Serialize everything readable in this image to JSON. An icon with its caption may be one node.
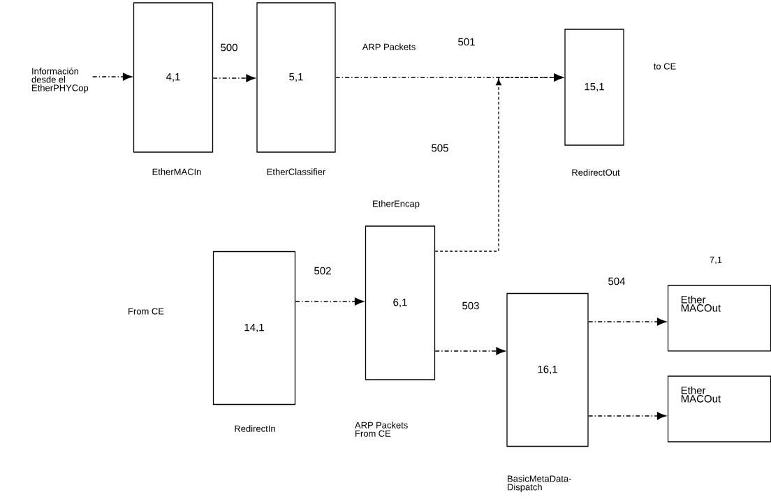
{
  "diagram": {
    "nodes": [
      {
        "text": [
          "Información desde el EtherPHYCop"
        ]
      },
      {
        "text": [
          "4,1"
        ],
        "beside": [
          "EtherMACIn"
        ]
      },
      {
        "text": [
          "5,1"
        ],
        "beside": [
          "EtherClassifier"
        ]
      },
      {
        "text": [
          "15,1"
        ],
        "beside": [
          "RedirectOut"
        ]
      },
      {
        "text": [
          "14,1"
        ],
        "beside": [
          "RedirectIn"
        ]
      },
      {
        "text": [
          "6,1"
        ],
        "beside": [
          "EtherEncap"
        ]
      },
      {
        "text": [
          "16,1"
        ],
        "beside": [
          "BasicMetaData-Dispatch"
        ]
      },
      {
        "text": [
          "Ether MACOut"
        ],
        "beside": [
          "7,1"
        ]
      },
      {
        "text": [
          "Ether MACOut"
        ]
      }
    ],
    "edges": [
      {
        "from": 0,
        "to": 1,
        "arrow": "to"
      },
      {
        "from": 1,
        "to": 2,
        "arrow": "to",
        "label": "500"
      },
      {
        "from": 2,
        "to": 3,
        "arrow": "to",
        "label": "501"
      },
      {
        "from": 4,
        "to": 5,
        "arrow": "to",
        "label": "502"
      },
      {
        "from": 5,
        "to": 3,
        "arrow": "to",
        "label": "505",
        "style": "dashed"
      },
      {
        "from": 5,
        "to": 6,
        "arrow": "to",
        "label": "503"
      },
      {
        "from": 6,
        "to": 7,
        "arrow": "to",
        "label": "504"
      },
      {
        "from": 6,
        "to": 8,
        "arrow": "to"
      }
    ],
    "labels": [
      "ARP Packets",
      "to CE",
      "From CE",
      "ARP Packets From CE"
    ]
  }
}
